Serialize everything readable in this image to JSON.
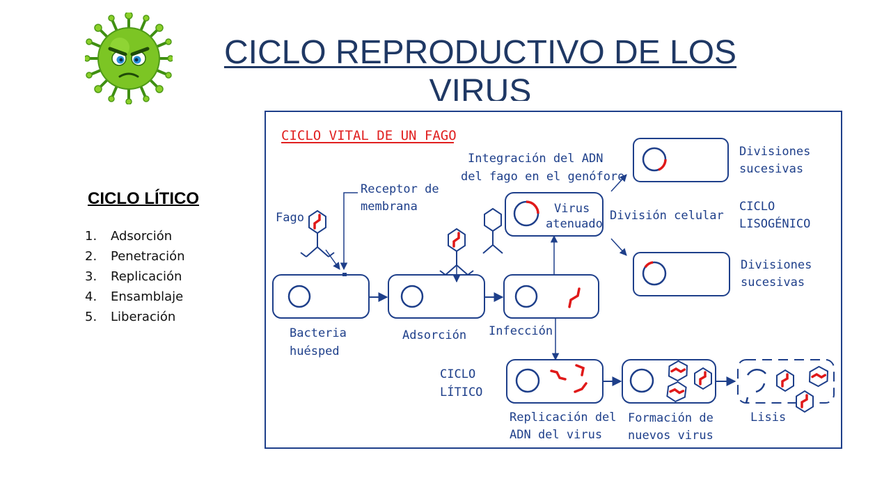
{
  "slide": {
    "title": "CICLO REPRODUCTIVO DE LOS VIRUS",
    "heading": "CICLO LÍTICO",
    "steps": [
      {
        "num": "1.",
        "label": "Adsorción"
      },
      {
        "num": "2.",
        "label": "Penetración"
      },
      {
        "num": "3.",
        "label": "Replicación"
      },
      {
        "num": "4.",
        "label": "Ensamblaje"
      },
      {
        "num": "5.",
        "label": "Liberación"
      }
    ]
  },
  "diagram": {
    "heading": "CICLO VITAL DE UN FAGO",
    "fago": "Fago",
    "receptor_1": "Receptor de",
    "receptor_2": "membrana",
    "integracion_1": "Integración del ADN",
    "integracion_2": "del fago en el genóforo",
    "virus_1": "Virus",
    "virus_2": "atenuado",
    "division": "División celular",
    "divisiones_top_1": "Divisiones",
    "divisiones_top_2": "sucesivas",
    "divisiones_bottom_1": "Divisiones",
    "divisiones_bottom_2": "sucesivas",
    "lisogenico_1": "CICLO",
    "lisogenico_2": "LISOGÉNICO",
    "bacteria_1": "Bacteria",
    "bacteria_2": "huésped",
    "adsorcion": "Adsorción",
    "infeccion": "Infección",
    "litico_1": "CICLO",
    "litico_2": "LÍTICO",
    "replicacion_1": "Replicación del",
    "replicacion_2": "ADN del virus",
    "formacion_1": "Formación de",
    "formacion_2": "nuevos virus",
    "lisis": "Lisis"
  },
  "colors": {
    "title": "#1f3864",
    "diagram_ink": "#1e3f8a",
    "dna": "#e01919",
    "diagram_heading": "#e02020"
  },
  "icons": {
    "logo": "green-virus-icon"
  }
}
